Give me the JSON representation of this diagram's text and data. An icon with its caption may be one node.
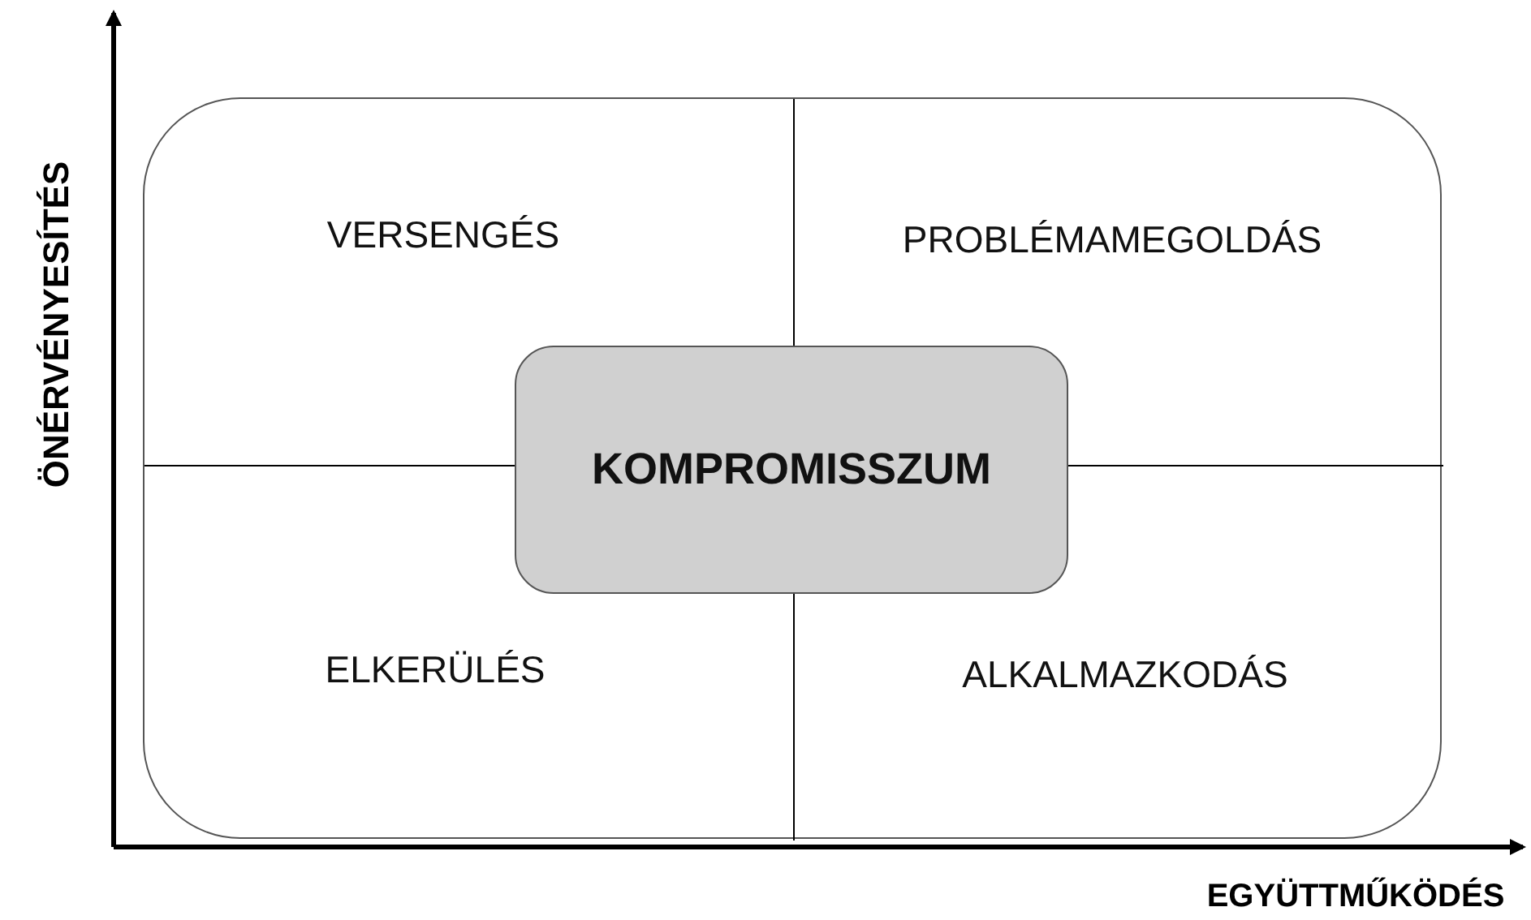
{
  "diagram": {
    "nodes": [
      {
        "text": [],
        "shape": "box"
      },
      {
        "text": [
          "KOMPROMISSZUM"
        ],
        "in": 0
      }
    ],
    "labels": [
      "VERSENGÉS",
      "PROBLÉMAMEGOLDÁS",
      "ÖNÉRVÉNYESÍTÉS",
      "ELKERÜLÉS",
      "ALKALMAZKODÁS",
      "EGYÜTTMŰKÖDÉS"
    ]
  }
}
